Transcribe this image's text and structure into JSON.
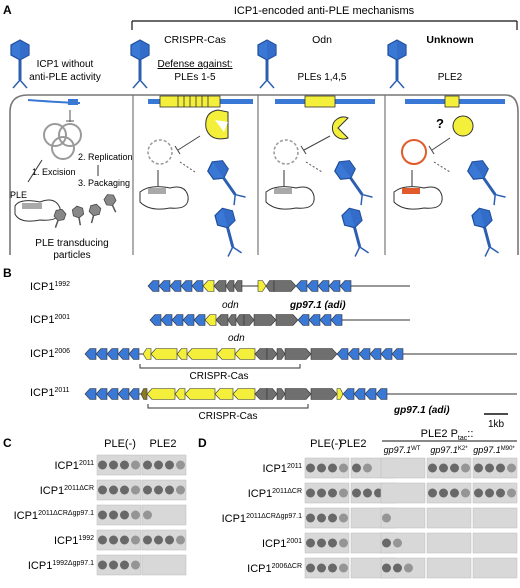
{
  "panel_a": {
    "letter": "A",
    "bracket_title": "ICP1-encoded anti-PLE mechanisms",
    "col1_line1": "ICP1 without",
    "col1_line2": "anti-PLE activity",
    "col2_title": "CRISPR-Cas",
    "col3_title": "Odn",
    "col4_title": "Unknown",
    "defense_label": "Defense against:",
    "col2_target": "PLEs 1-5",
    "col3_target": "PLEs 1,4,5",
    "col4_target": "PLE2",
    "step1": "1. Excision",
    "step2": "2. Replication",
    "step3": "3. Packaging",
    "ple_label": "PLE",
    "transducing_line1": "PLE transducing",
    "transducing_line2": "particles",
    "question_mark": "?"
  },
  "panel_b": {
    "letter": "B",
    "rows": [
      {
        "strain": "ICP1",
        "sup": "1992",
        "labels": [
          "odn",
          "gp97.1 (adi)"
        ]
      },
      {
        "strain": "ICP1",
        "sup": "2001",
        "labels": [
          "odn"
        ]
      },
      {
        "strain": "ICP1",
        "sup": "2006",
        "labels": [
          "CRISPR-Cas"
        ]
      },
      {
        "strain": "ICP1",
        "sup": "2011",
        "labels": [
          "CRISPR-Cas",
          "gp97.1 (adi)"
        ]
      }
    ],
    "scale_bar": "1kb"
  },
  "panel_c": {
    "letter": "C",
    "col_headers": [
      "PLE(-)",
      "PLE2"
    ],
    "rows": [
      {
        "strain": "ICP1",
        "sup": "2011"
      },
      {
        "strain": "ICP1",
        "sup": "2011ΔCR"
      },
      {
        "strain": "ICP1",
        "sup": "2011ΔCRΔgp97.1"
      },
      {
        "strain": "ICP1",
        "sup": "1992"
      },
      {
        "strain": "ICP1",
        "sup": "1992Δgp97.1"
      }
    ]
  },
  "panel_d": {
    "letter": "D",
    "col_headers": [
      "PLE(-)",
      "PLE2"
    ],
    "ple2_plac": "PLE2 P",
    "ple2_plac_sub": "tac",
    "ple2_plac_suffix": "::",
    "gp_headers": [
      {
        "name": "gp97.1",
        "sup": "WT"
      },
      {
        "name": "gp97.1",
        "sup": "K2*"
      },
      {
        "name": "gp97.1",
        "sup": "M90*"
      }
    ],
    "rows": [
      {
        "strain": "ICP1",
        "sup": "2011"
      },
      {
        "strain": "ICP1",
        "sup": "2011ΔCR"
      },
      {
        "strain": "ICP1",
        "sup": "2011ΔCRΔgp97.1"
      },
      {
        "strain": "ICP1",
        "sup": "2001"
      },
      {
        "strain": "ICP1",
        "sup": "2006ΔCR"
      }
    ]
  },
  "colors": {
    "phage_blue": "#3a78d6",
    "gene_yellow": "#f3ef3a",
    "gene_gray": "#6f6f6f",
    "ple_gray": "#a9a9a9",
    "ple2_red": "#e05a2b",
    "plate_bg": "#d8d8d8"
  }
}
